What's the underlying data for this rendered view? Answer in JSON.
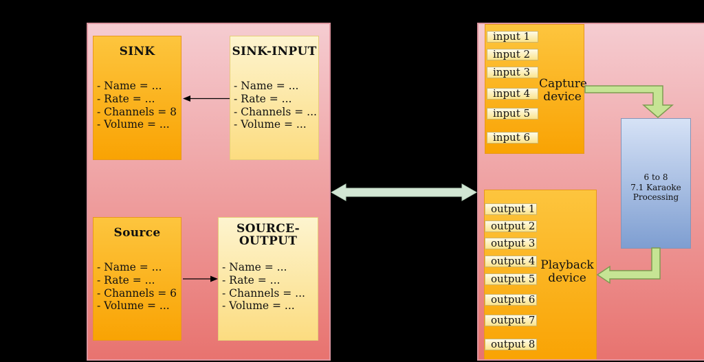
{
  "colors": {
    "bg": "#000000",
    "panel_top": "#f5ccd1",
    "panel_bottom": "#e8736f",
    "panel_border": "#de96a0",
    "orange_top": "#fdc53e",
    "orange_bottom": "#f9a303",
    "orange_border": "#e8971d",
    "cream_top": "#fdf4cf",
    "cream_bottom": "#fcdc80",
    "cream_border": "#e5cd78",
    "chip_top": "#fefae8",
    "chip_bottom": "#fbe48c",
    "chip_border": "#cdb56b",
    "blue_top": "#d6e2f6",
    "blue_bottom": "#7e9ed1",
    "blue_border": "#8494b8",
    "green_fill": "#c6e494",
    "green_stroke": "#7d9b50",
    "mint_fill": "#d2e6d4",
    "mint_stroke": "#b9d4be",
    "black_arrow": "#000000"
  },
  "left_panel": {
    "sink": {
      "title": "SINK",
      "fields": [
        "- Name = ...",
        "- Rate = ...",
        "- Channels = 8",
        "- Volume = ..."
      ]
    },
    "sink_input": {
      "title": "SINK-INPUT",
      "fields": [
        "- Name = ...",
        "- Rate = ...",
        "- Channels = ...",
        "- Volume = ..."
      ]
    },
    "source": {
      "title": "Source",
      "fields": [
        "- Name = ...",
        "- Rate = ...",
        "- Channels = 6",
        "- Volume = ..."
      ]
    },
    "source_output": {
      "title": "SOURCE-OUTPUT",
      "fields": [
        "- Name = ...",
        "- Rate = ...",
        "- Channels = ...",
        "- Volume = ..."
      ]
    }
  },
  "right_panel": {
    "capture_device": {
      "label": "Capture device",
      "inputs": [
        "input 1",
        "input 2",
        "input 3",
        "input 4",
        "input 5",
        "input 6"
      ]
    },
    "processing": {
      "lines": [
        "6 to 8",
        "7.1 Karaoke",
        "Processing"
      ]
    },
    "playback_device": {
      "label": "Playback device",
      "outputs": [
        "output 1",
        "output 2",
        "output 3",
        "output 4",
        "output 5",
        "output 6",
        "output 7",
        "output 8"
      ]
    }
  }
}
